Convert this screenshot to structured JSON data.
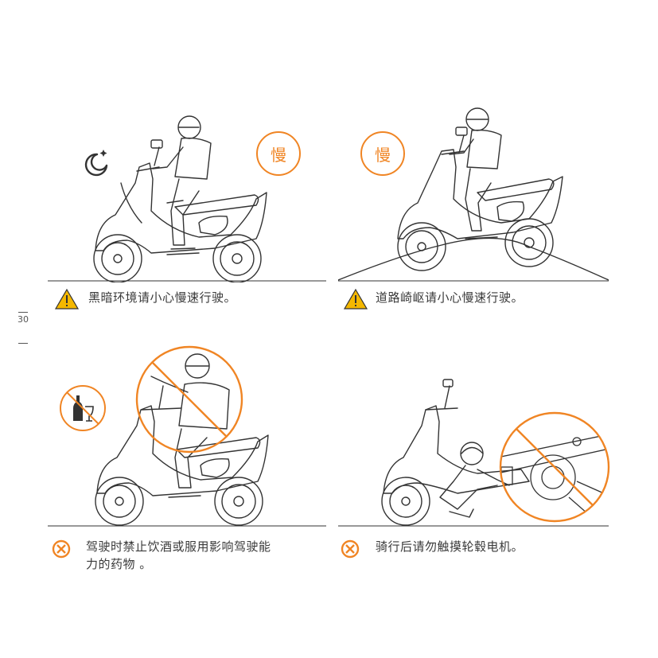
{
  "page": {
    "number": "30"
  },
  "panels": [
    {
      "caption": "黑暗环境请小心慢速行驶。",
      "badge": "慢",
      "status": "warning",
      "extra_icon": "moon-icon"
    },
    {
      "caption": "道路崎岖请小心慢速行驶。",
      "badge": "慢",
      "status": "warning"
    },
    {
      "caption_line1": "驾驶时禁止饮酒或服用影响驾驶能",
      "caption_line2": "力的药物 。",
      "status": "prohibited",
      "extra_icon": "no-alcohol-icon"
    },
    {
      "caption": "骑行后请勿触摸轮毂电机。",
      "status": "prohibited"
    }
  ],
  "colors": {
    "accent": "#f08524",
    "warning_fill": "#f5b800",
    "line": "#333333"
  }
}
